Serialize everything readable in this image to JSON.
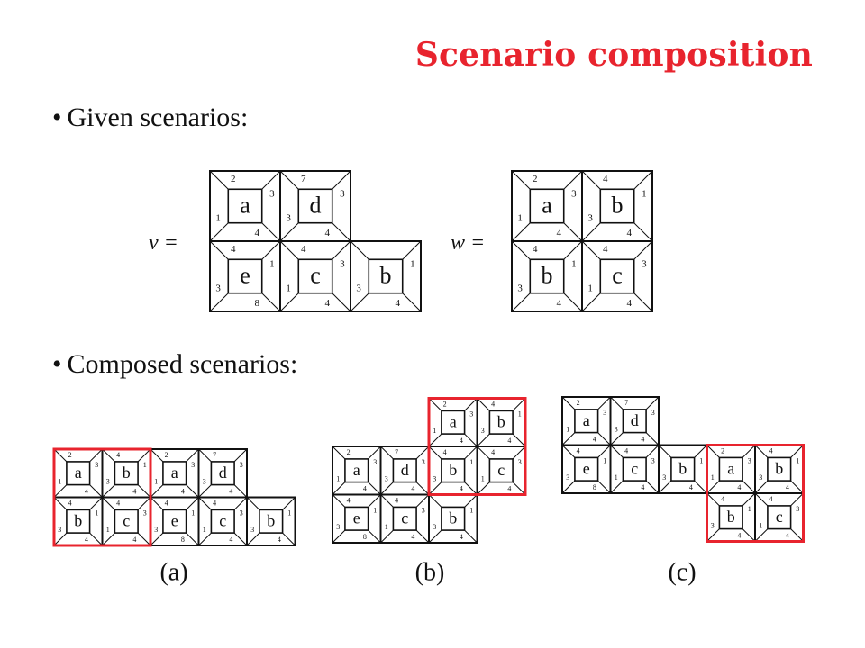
{
  "slide": {
    "title": "Scenario composition",
    "bullet_1": "Given scenarios:",
    "bullet_2": "Composed scenarios:",
    "bullet_symbol": "•"
  },
  "colors": {
    "accent": "#e8242e",
    "ink": "#111111"
  },
  "given": {
    "v": {
      "label": "v =",
      "tiles": [
        {
          "r": 0,
          "c": 0,
          "label": "a",
          "top": "2",
          "right": "3",
          "bottom": "4",
          "left": "1"
        },
        {
          "r": 0,
          "c": 1,
          "label": "d",
          "top": "7",
          "right": "3",
          "bottom": "4",
          "left": "3"
        },
        {
          "r": 1,
          "c": 0,
          "label": "e",
          "top": "4",
          "right": "1",
          "bottom": "8",
          "left": "3"
        },
        {
          "r": 1,
          "c": 1,
          "label": "c",
          "top": "4",
          "right": "3",
          "bottom": "4",
          "left": "1"
        },
        {
          "r": 1,
          "c": 2,
          "label": "b",
          "top": "",
          "right": "1",
          "bottom": "4",
          "left": "3"
        }
      ]
    },
    "w": {
      "label": "w =",
      "tiles": [
        {
          "r": 0,
          "c": 0,
          "label": "a",
          "top": "2",
          "right": "3",
          "bottom": "4",
          "left": "1"
        },
        {
          "r": 0,
          "c": 1,
          "label": "b",
          "top": "4",
          "right": "1",
          "bottom": "4",
          "left": "3"
        },
        {
          "r": 1,
          "c": 0,
          "label": "b",
          "top": "4",
          "right": "1",
          "bottom": "4",
          "left": "3"
        },
        {
          "r": 1,
          "c": 1,
          "label": "c",
          "top": "4",
          "right": "3",
          "bottom": "4",
          "left": "1"
        }
      ]
    }
  },
  "composed": [
    {
      "caption": "(a)",
      "tiles": [
        {
          "r": 0,
          "c": 0,
          "label": "a",
          "top": "2",
          "right": "3",
          "bottom": "4",
          "left": "1"
        },
        {
          "r": 0,
          "c": 1,
          "label": "b",
          "top": "4",
          "right": "1",
          "bottom": "4",
          "left": "3"
        },
        {
          "r": 0,
          "c": 2,
          "label": "a",
          "top": "2",
          "right": "3",
          "bottom": "4",
          "left": "1"
        },
        {
          "r": 0,
          "c": 3,
          "label": "d",
          "top": "7",
          "right": "3",
          "bottom": "4",
          "left": "3"
        },
        {
          "r": 1,
          "c": 0,
          "label": "b",
          "top": "4",
          "right": "1",
          "bottom": "4",
          "left": "3"
        },
        {
          "r": 1,
          "c": 1,
          "label": "c",
          "top": "4",
          "right": "3",
          "bottom": "4",
          "left": "1"
        },
        {
          "r": 1,
          "c": 2,
          "label": "e",
          "top": "4",
          "right": "1",
          "bottom": "8",
          "left": "3"
        },
        {
          "r": 1,
          "c": 3,
          "label": "c",
          "top": "4",
          "right": "3",
          "bottom": "4",
          "left": "1"
        },
        {
          "r": 1,
          "c": 4,
          "label": "b",
          "top": "",
          "right": "1",
          "bottom": "4",
          "left": "3"
        }
      ]
    },
    {
      "caption": "(b)",
      "tiles": [
        {
          "r": 0,
          "c": 2,
          "label": "a",
          "top": "2",
          "right": "3",
          "bottom": "4",
          "left": "1"
        },
        {
          "r": 0,
          "c": 3,
          "label": "b",
          "top": "4",
          "right": "1",
          "bottom": "4",
          "left": "3"
        },
        {
          "r": 1,
          "c": 0,
          "label": "a",
          "top": "2",
          "right": "3",
          "bottom": "4",
          "left": "1"
        },
        {
          "r": 1,
          "c": 1,
          "label": "d",
          "top": "7",
          "right": "3",
          "bottom": "4",
          "left": "3"
        },
        {
          "r": 1,
          "c": 2,
          "label": "b",
          "top": "4",
          "right": "1",
          "bottom": "4",
          "left": "3"
        },
        {
          "r": 1,
          "c": 3,
          "label": "c",
          "top": "4",
          "right": "3",
          "bottom": "4",
          "left": "1"
        },
        {
          "r": 2,
          "c": 0,
          "label": "e",
          "top": "4",
          "right": "1",
          "bottom": "8",
          "left": "3"
        },
        {
          "r": 2,
          "c": 1,
          "label": "c",
          "top": "4",
          "right": "3",
          "bottom": "4",
          "left": "1"
        },
        {
          "r": 2,
          "c": 2,
          "label": "b",
          "top": "",
          "right": "1",
          "bottom": "4",
          "left": "3"
        }
      ]
    },
    {
      "caption": "(c)",
      "tiles": [
        {
          "r": 0,
          "c": 0,
          "label": "a",
          "top": "2",
          "right": "3",
          "bottom": "4",
          "left": "1"
        },
        {
          "r": 0,
          "c": 1,
          "label": "d",
          "top": "7",
          "right": "3",
          "bottom": "4",
          "left": "3"
        },
        {
          "r": 1,
          "c": 0,
          "label": "e",
          "top": "4",
          "right": "1",
          "bottom": "8",
          "left": "3"
        },
        {
          "r": 1,
          "c": 1,
          "label": "c",
          "top": "4",
          "right": "3",
          "bottom": "4",
          "left": "1"
        },
        {
          "r": 1,
          "c": 2,
          "label": "b",
          "top": "",
          "right": "1",
          "bottom": "4",
          "left": "3"
        },
        {
          "r": 1,
          "c": 3,
          "label": "a",
          "top": "2",
          "right": "3",
          "bottom": "4",
          "left": "1"
        },
        {
          "r": 1,
          "c": 4,
          "label": "b",
          "top": "4",
          "right": "1",
          "bottom": "4",
          "left": "3"
        },
        {
          "r": 2,
          "c": 3,
          "label": "b",
          "top": "4",
          "right": "1",
          "bottom": "4",
          "left": "3"
        },
        {
          "r": 2,
          "c": 4,
          "label": "c",
          "top": "4",
          "right": "3",
          "bottom": "4",
          "left": "1"
        }
      ]
    }
  ]
}
